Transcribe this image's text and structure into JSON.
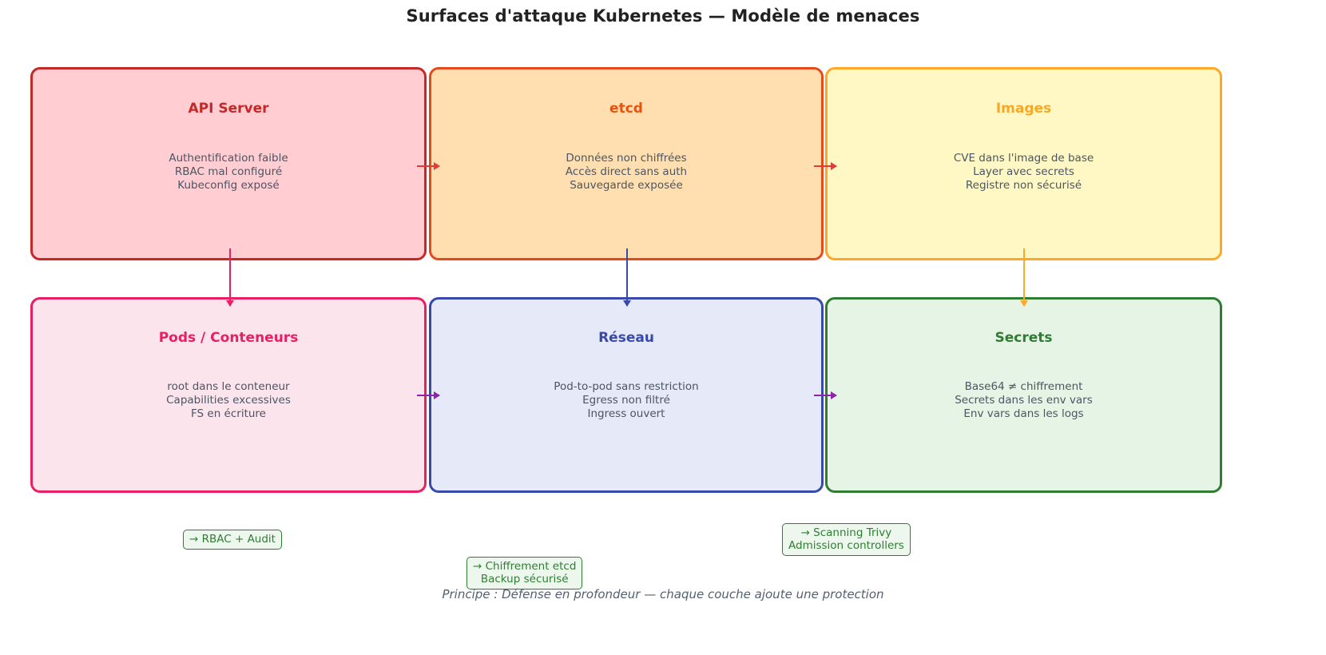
{
  "title": "Surfaces d'attaque Kubernetes — Modèle de menaces",
  "footer": "Principe : Défense en profondeur — chaque couche ajoute une protection",
  "boxes": [
    {
      "id": "api-server",
      "title": "API Server",
      "items": [
        "Authentification faible",
        "RBAC mal configuré",
        "Kubeconfig exposé"
      ],
      "border_color": "#c62828",
      "fill_color": "#ffcdd2",
      "title_color": "#c62828"
    },
    {
      "id": "etcd",
      "title": "etcd",
      "items": [
        "Données non chiffrées",
        "Accès direct sans auth",
        "Sauvegarde exposée"
      ],
      "border_color": "#e64a19",
      "fill_color": "#ffdfb0",
      "title_color": "#e8520f"
    },
    {
      "id": "images",
      "title": "Images",
      "items": [
        "CVE dans l'image de base",
        "Layer avec secrets",
        "Registre non sécurisé"
      ],
      "border_color": "#ffa726",
      "fill_color": "#fff8c4",
      "title_color": "#f9a826"
    },
    {
      "id": "pods-conteneurs",
      "title": "Pods / Conteneurs",
      "items": [
        "root dans le conteneur",
        "Capabilities excessives",
        "FS en écriture"
      ],
      "border_color": "#e91e63",
      "fill_color": "#fce4ec",
      "title_color": "#e91e63"
    },
    {
      "id": "reseau",
      "title": "Réseau",
      "items": [
        "Pod-to-pod sans restriction",
        "Egress non filtré",
        "Ingress ouvert"
      ],
      "border_color": "#3949ab",
      "fill_color": "#e6e9f7",
      "title_color": "#3949ab"
    },
    {
      "id": "secrets",
      "title": "Secrets",
      "items": [
        "Base64 ≠ chiffrement",
        "Secrets dans les env vars",
        "Env vars dans les logs"
      ],
      "border_color": "#2e7d32",
      "fill_color": "#e6f4e6",
      "title_color": "#2e7d32"
    }
  ],
  "arrows": [
    {
      "id": "api-server-to-etcd",
      "color": "#e53935",
      "direction": "right"
    },
    {
      "id": "etcd-to-images",
      "color": "#e53935",
      "direction": "right"
    },
    {
      "id": "pods-to-reseau",
      "color": "#8e24aa",
      "direction": "right"
    },
    {
      "id": "reseau-to-secrets",
      "color": "#8e24aa",
      "direction": "right"
    },
    {
      "id": "api-server-to-pods",
      "color": "#e91e63",
      "direction": "down"
    },
    {
      "id": "etcd-to-reseau",
      "color": "#3949ab",
      "direction": "down"
    },
    {
      "id": "images-to-secrets",
      "color": "#ffa726",
      "direction": "down"
    }
  ],
  "mitigations": [
    {
      "id": "rbac-audit",
      "lines": [
        "→ RBAC + Audit"
      ]
    },
    {
      "id": "chiffrement-etcd",
      "lines": [
        "→ Chiffrement etcd",
        "Backup sécurisé"
      ]
    },
    {
      "id": "scanning-trivy",
      "lines": [
        "→ Scanning Trivy",
        "Admission controllers"
      ]
    }
  ]
}
